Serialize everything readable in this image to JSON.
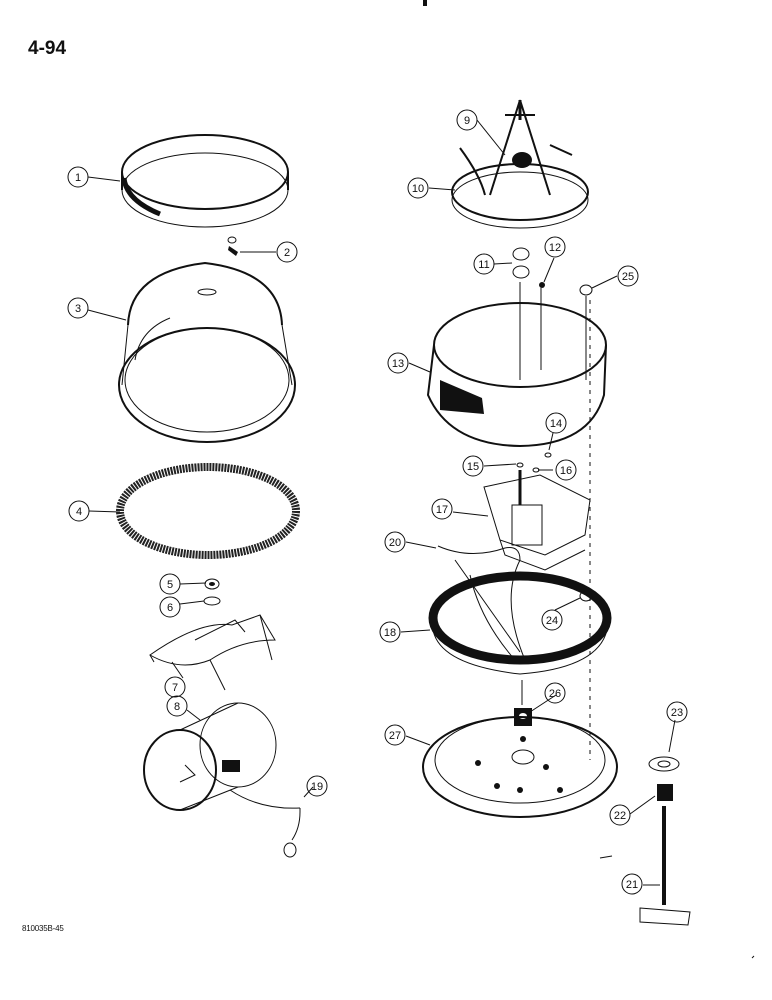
{
  "page": {
    "number": "4-94",
    "figure_code": "810035B-45"
  },
  "diagram": {
    "callouts": [
      {
        "id": "c1",
        "label": "1"
      },
      {
        "id": "c2",
        "label": "2"
      },
      {
        "id": "c3",
        "label": "3"
      },
      {
        "id": "c4",
        "label": "4"
      },
      {
        "id": "c5",
        "label": "5"
      },
      {
        "id": "c6",
        "label": "6"
      },
      {
        "id": "c7",
        "label": "7"
      },
      {
        "id": "c8",
        "label": "8"
      },
      {
        "id": "c9",
        "label": "9"
      },
      {
        "id": "c10",
        "label": "10"
      },
      {
        "id": "c11",
        "label": "11"
      },
      {
        "id": "c12",
        "label": "12"
      },
      {
        "id": "c13",
        "label": "13"
      },
      {
        "id": "c14",
        "label": "14"
      },
      {
        "id": "c15",
        "label": "15"
      },
      {
        "id": "c16",
        "label": "16"
      },
      {
        "id": "c17",
        "label": "17"
      },
      {
        "id": "c18",
        "label": "18"
      },
      {
        "id": "c19",
        "label": "19"
      },
      {
        "id": "c20",
        "label": "20"
      },
      {
        "id": "c21",
        "label": "21"
      },
      {
        "id": "c22",
        "label": "22"
      },
      {
        "id": "c23",
        "label": "23"
      },
      {
        "id": "c24",
        "label": "24"
      },
      {
        "id": "c25",
        "label": "25"
      },
      {
        "id": "c26",
        "label": "26"
      },
      {
        "id": "c27",
        "label": "27"
      }
    ]
  }
}
